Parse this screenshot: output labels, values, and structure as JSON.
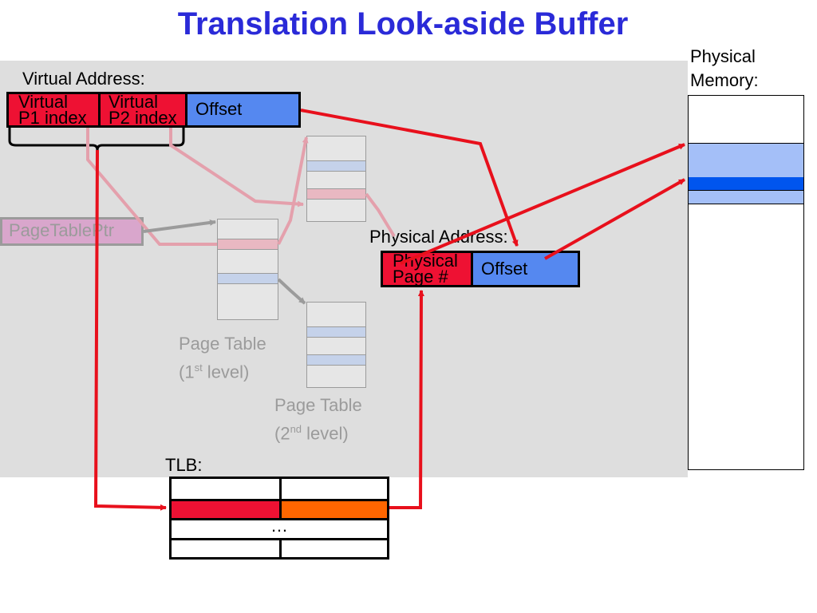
{
  "title": "Translation Look-aside Buffer",
  "virtual_address": {
    "label": "Virtual Address:",
    "p1_line1": "Virtual",
    "p1_line2": "P1 index",
    "p2_line1": "Virtual",
    "p2_line2": "P2 index",
    "offset": "Offset"
  },
  "page_table_ptr": "PageTablePtr",
  "page_table_1": {
    "line1": "Page Table",
    "line2_pre": "(1",
    "sup": "st",
    "line2_post": " level)"
  },
  "page_table_2": {
    "line1": "Page Table",
    "line2_pre": "(2",
    "sup": "nd",
    "line2_post": " level)"
  },
  "physical_address": {
    "label": "Physical Address:",
    "page_line1": "Physical",
    "page_line2": "Page #",
    "offset": "Offset"
  },
  "physical_memory": {
    "line1": "Physical",
    "line2": "Memory:"
  },
  "tlb": {
    "label": "TLB:",
    "ellipsis": "…"
  },
  "colors": {
    "title": "#2a2ad8",
    "red": "#ee1133",
    "arrow_red": "#e8101c",
    "blue": "#5588f0",
    "orange": "#ff6600",
    "faded_pink": "#e4a0ac",
    "faded_grey": "#9b9b9b",
    "mem_light_blue": "#a4bff8",
    "mem_bright_blue": "#0055ee"
  }
}
